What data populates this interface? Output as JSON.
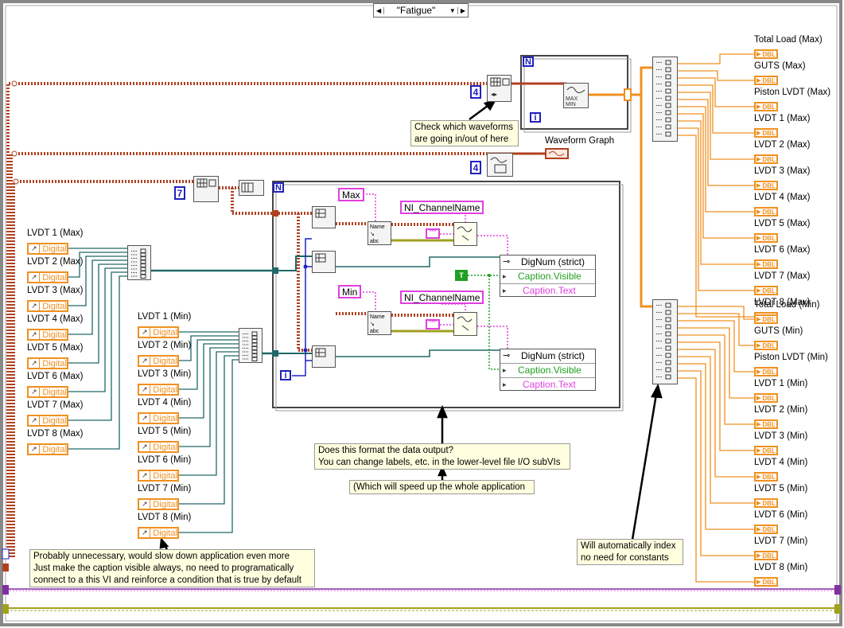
{
  "case_selector": {
    "value": "\"Fatigue\"",
    "left_arrow": "◀",
    "down_arrow": "▼",
    "right_arrow": "▶"
  },
  "waveform_graph": {
    "label": "Waveform Graph"
  },
  "const_4_top": "4",
  "const_4_mid": "4",
  "const_7": "7",
  "loop_N": "N",
  "loop_i": "i",
  "max_const": "Max",
  "min_const": "Min",
  "nichannel_top": "NI_ChannelName",
  "nichannel_bottom": "NI_ChannelName",
  "bool_true": "T",
  "maxmin_label": "MAX MIN",
  "prop_top": {
    "title": "DigNum (strict)",
    "row1": "Caption.Visible",
    "row2": "Caption.Text"
  },
  "prop_bottom": {
    "title": "DigNum (strict)",
    "row1": "Caption.Visible",
    "row2": "Caption.Text"
  },
  "digital_label": "Digital",
  "dbl_label": "DBL",
  "left_max_inputs": [
    "LVDT 1 (Max)",
    "LVDT 2 (Max)",
    "LVDT 3 (Max)",
    "LVDT 4 (Max)",
    "LVDT 5 (Max)",
    "LVDT 6 (Max)",
    "LVDT 7 (Max)",
    "LVDT 8 (Max)"
  ],
  "left_min_inputs": [
    "LVDT 1 (Min)",
    "LVDT 2 (Min)",
    "LVDT 3 (Min)",
    "LVDT 4 (Min)",
    "LVDT 5 (Min)",
    "LVDT 6 (Min)",
    "LVDT 7 (Min)",
    "LVDT 8 (Min)"
  ],
  "right_max_outputs": [
    "Total Load (Max)",
    "GUTS (Max)",
    "Piston LVDT (Max)",
    "LVDT 1 (Max)",
    "LVDT 2 (Max)",
    "LVDT 3 (Max)",
    "LVDT 4 (Max)",
    "LVDT 5 (Max)",
    "LVDT 6 (Max)",
    "LVDT 7 (Max)",
    "LVDT 8 (Max)"
  ],
  "right_min_outputs": [
    "Total Load (Min)",
    "GUTS (Min)",
    "Piston LVDT (Min)",
    "LVDT 1 (Min)",
    "LVDT 2 (Min)",
    "LVDT 3 (Min)",
    "LVDT 4 (Min)",
    "LVDT 5 (Min)",
    "LVDT 6 (Min)",
    "LVDT 7 (Min)",
    "LVDT 8 (Min)"
  ],
  "comments": {
    "waveforms_1": "Check which waveforms",
    "waveforms_2": "are going in/out of here",
    "format_1": "Does this format the data output?",
    "format_2": "You can change labels, etc. in the lower-level file I/O subVIs",
    "speed": "(Which will speed up the whole application",
    "caption_1": "Probably unnecessary, would slow down application even more",
    "caption_2": "Just make the caption visible always, no need to programatically",
    "caption_3": "connect to a this VI and reinforce a condition that is true by default",
    "index_1": "Will automatically index",
    "index_2": "no need for constants"
  },
  "colors": {
    "orange": "#f09020",
    "rust": "#b04020",
    "teal": "#206868",
    "pink": "#e040e0",
    "blue": "#2020c0",
    "olive": "#a0a020",
    "purple": "#8030a0"
  }
}
